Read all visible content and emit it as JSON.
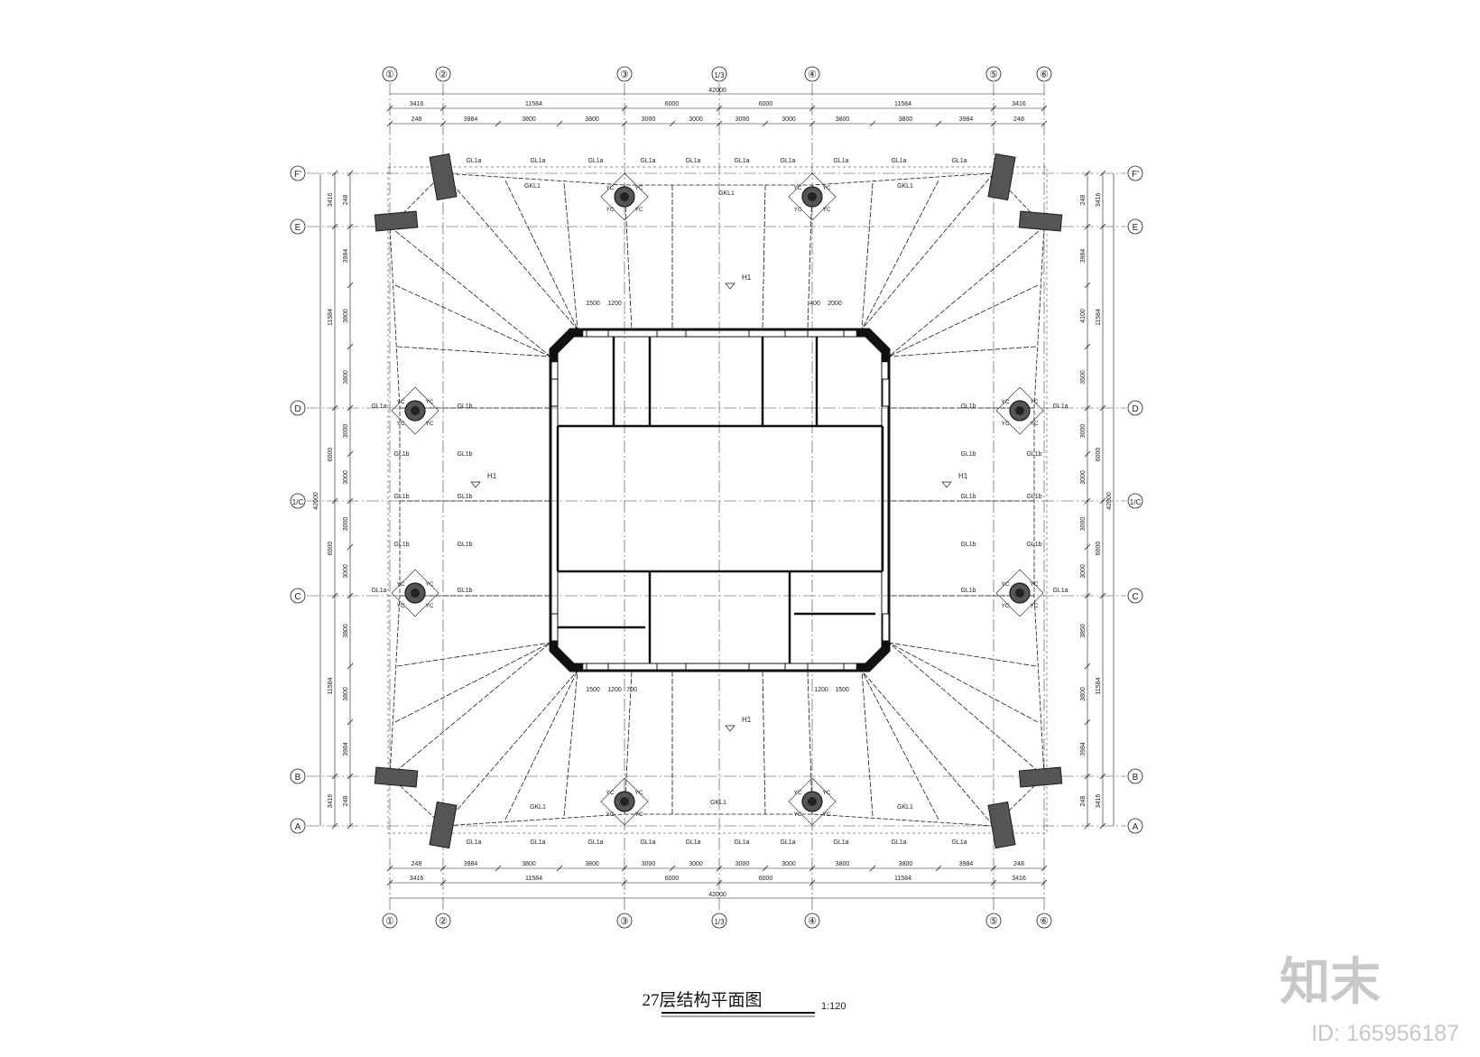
{
  "title": {
    "text": "27层结构平面图",
    "scale": "1:120"
  },
  "watermark": {
    "logo": "知末",
    "id": "ID: 165956187"
  },
  "grid": {
    "columns": [
      "①",
      "②",
      "③",
      "1/3",
      "④",
      "⑤",
      "⑥"
    ],
    "rows": [
      "F'",
      "E",
      "D",
      "1/C",
      "C",
      "B",
      "A"
    ]
  },
  "dimensions": {
    "total": "42000",
    "top_segments": [
      "3416",
      "11584",
      "6000",
      "6000",
      "11584",
      "3416"
    ],
    "top_fine": [
      "248",
      "3984",
      "3800",
      "3800",
      "3000",
      "3000",
      "3000",
      "3000",
      "3800",
      "3800",
      "3984",
      "248"
    ],
    "bottom_segments": [
      "3416",
      "11584",
      "6000",
      "6000",
      "11584",
      "3416"
    ],
    "bottom_fine": [
      "248",
      "3984",
      "3800",
      "3800",
      "3000",
      "3000",
      "3000",
      "3000",
      "3800",
      "3800",
      "3984",
      "248"
    ],
    "left_segments": [
      "3416",
      "11584",
      "6000",
      "6000",
      "11584",
      "3416"
    ],
    "left_fine": [
      "248",
      "3984",
      "3800",
      "3800",
      "3000",
      "3000",
      "3000",
      "3000",
      "3800",
      "3800",
      "3984",
      "248"
    ],
    "right_segments": [
      "3416",
      "11584",
      "6000",
      "6000",
      "11584",
      "3416"
    ],
    "right_fine": [
      "248",
      "3984",
      "4100",
      "3500",
      "3000",
      "3000",
      "3000",
      "3000",
      "3850",
      "3800",
      "3984",
      "248"
    ],
    "core_openings": [
      "1500",
      "1200",
      "400",
      "2000",
      "1500",
      "1200",
      "700",
      "1200",
      "1500"
    ]
  },
  "labels": {
    "beam_a": "GL1a",
    "beam_b": "GL1b",
    "beam_k": "GKL1",
    "column": "YC",
    "elevation": "H1"
  },
  "colors": {
    "line": "#1a1a1a",
    "wall": "#111111",
    "hatch": "#555555",
    "grid": "#444444"
  }
}
